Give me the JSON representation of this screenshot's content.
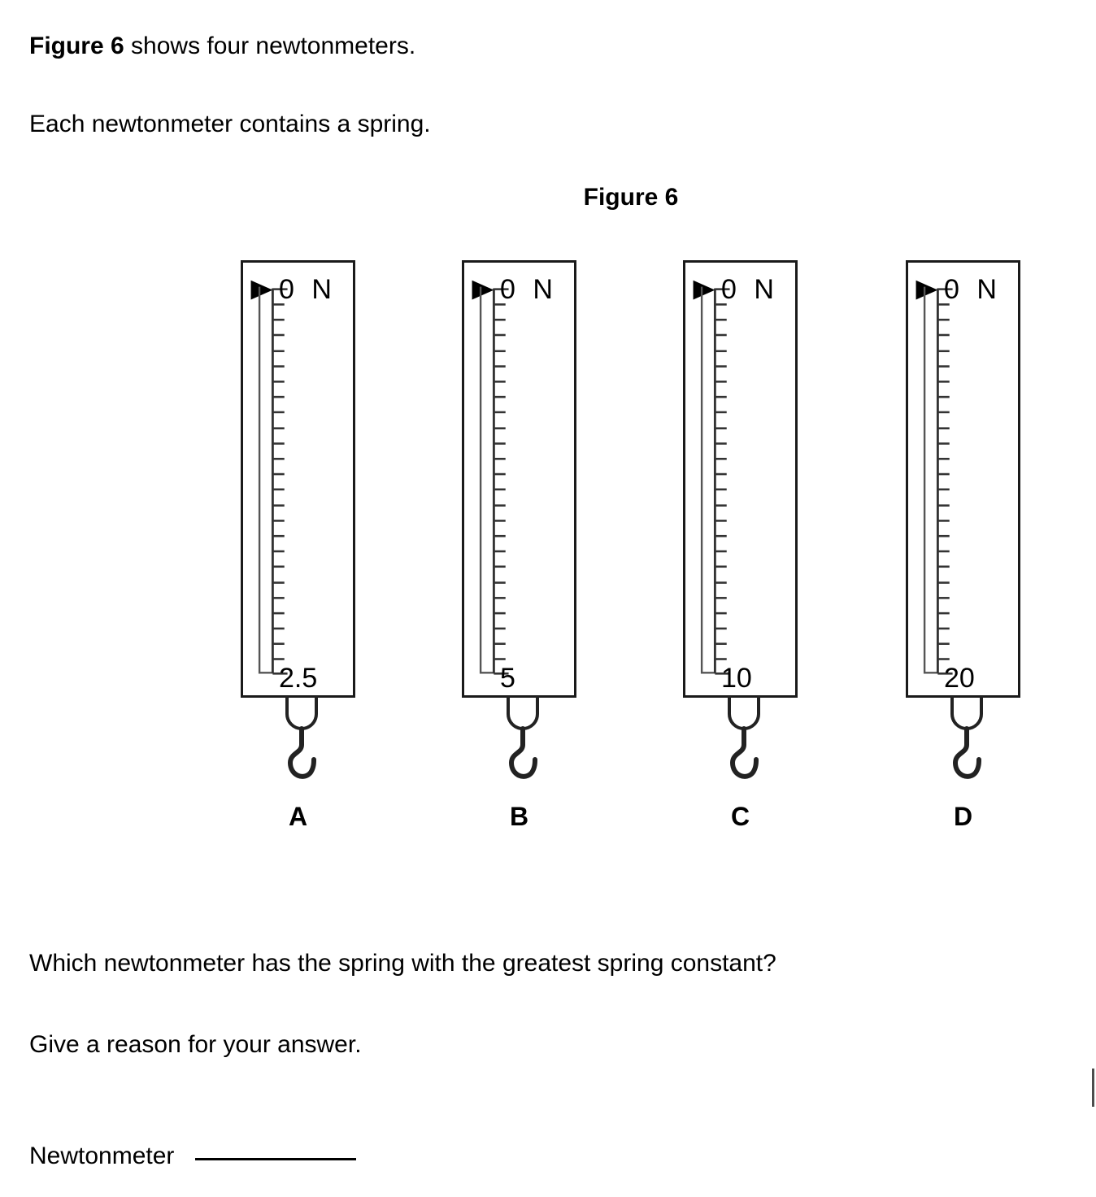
{
  "document": {
    "intro_line_1_bold": "Figure 6",
    "intro_line_1_rest": " shows four newtonmeters.",
    "intro_line_2": "Each newtonmeter contains a spring.",
    "figure_caption": "Figure 6",
    "question": "Which newtonmeter has the spring with the greatest spring constant?",
    "reason_prompt": "Give a reason for your answer.",
    "answer_label": "Newtonmeter",
    "answer_value": ""
  },
  "figure": {
    "caption": "Figure 6",
    "unit_symbol": "N",
    "zero_label": "0",
    "tick_count": 25,
    "meters": [
      {
        "letter": "A",
        "top_label": "0  N",
        "zero": "0",
        "unit": "N",
        "max_label": "2.5",
        "max_value": 2.5
      },
      {
        "letter": "B",
        "top_label": "0  N",
        "zero": "0",
        "unit": "N",
        "max_label": "5",
        "max_value": 5
      },
      {
        "letter": "C",
        "top_label": "0  N",
        "zero": "0",
        "unit": "N",
        "max_label": "10",
        "max_value": 10
      },
      {
        "letter": "D",
        "top_label": "0  N",
        "zero": "0",
        "unit": "N",
        "max_label": "20",
        "max_value": 20
      }
    ]
  },
  "colors": {
    "ink": "#000000",
    "outline": "#1a1a1a",
    "paper": "#ffffff",
    "edge_mark": "#4d4d4d"
  }
}
